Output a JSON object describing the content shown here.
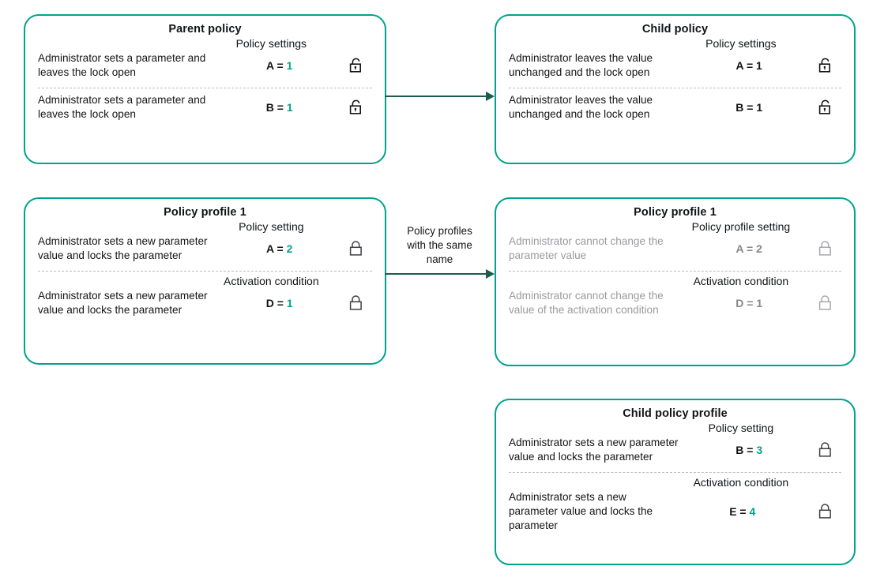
{
  "colors": {
    "teal": "#00A38C",
    "arrow": "#1d5c4e",
    "text": "#141414",
    "muted_text": "#9b9ba0",
    "muted_value": "#86868b",
    "divider": "#bdbdbd",
    "background": "#ffffff"
  },
  "arrow_label": "Policy profiles\nwith the same\nname",
  "arrow_label_lines": [
    "Policy profiles",
    "with the same",
    "name"
  ],
  "boxes": {
    "parent_policy": {
      "title": "Parent policy",
      "groups": [
        {
          "header": "Policy settings",
          "rows": [
            {
              "desc": "Administrator sets a parameter and leaves the lock open",
              "param": "A",
              "value": "1",
              "lock": "unlocked-icon"
            }
          ]
        },
        {
          "header": "",
          "rows": [
            {
              "desc": "Administrator sets a parameter and  leaves the lock open",
              "param": "B",
              "value": "1",
              "lock": "unlocked-icon"
            }
          ]
        }
      ]
    },
    "child_policy": {
      "title": "Child policy",
      "groups": [
        {
          "header": "Policy settings",
          "rows": [
            {
              "desc": "Administrator leaves the value unchanged and the lock open",
              "param": "A",
              "value": "1",
              "lock": "unlocked-icon"
            }
          ]
        },
        {
          "header": "",
          "rows": [
            {
              "desc": "Administrator leaves the value unchanged and the lock open",
              "param": "B",
              "value": "1",
              "lock": "unlocked-icon"
            }
          ]
        }
      ]
    },
    "policy_profile_1_left": {
      "title": "Policy profile 1",
      "groups": [
        {
          "header": "Policy setting",
          "rows": [
            {
              "desc": "Administrator sets a new parameter value and locks the parameter",
              "param": "A",
              "value": "2",
              "lock": "locked-icon"
            }
          ]
        },
        {
          "header": "Activation condition",
          "rows": [
            {
              "desc": "Administrator sets a new parameter value and locks the parameter",
              "param": "D",
              "value": "1",
              "lock": "locked-icon"
            }
          ]
        }
      ]
    },
    "policy_profile_1_right": {
      "title": "Policy profile 1",
      "muted": true,
      "groups": [
        {
          "header": "Policy profile setting",
          "rows": [
            {
              "desc": "Administrator cannot change the parameter value",
              "param": "A",
              "value": "2",
              "lock": "locked-icon"
            }
          ]
        },
        {
          "header": "Activation condition",
          "rows": [
            {
              "desc": "Administrator cannot change the value of the activation condition",
              "param": "D",
              "value": "1",
              "lock": "locked-icon"
            }
          ]
        }
      ]
    },
    "child_policy_profile": {
      "title": "Child policy profile",
      "groups": [
        {
          "header": "Policy setting",
          "rows": [
            {
              "desc": "Administrator sets a new parameter  value and locks the parameter",
              "param": "B",
              "value": "3",
              "lock": "locked-icon"
            }
          ]
        },
        {
          "header": "Activation condition",
          "rows": [
            {
              "desc": "Administrator sets a new parameter value and locks the parameter",
              "param": "E",
              "value": "4",
              "lock": "locked-icon"
            }
          ]
        }
      ]
    }
  }
}
